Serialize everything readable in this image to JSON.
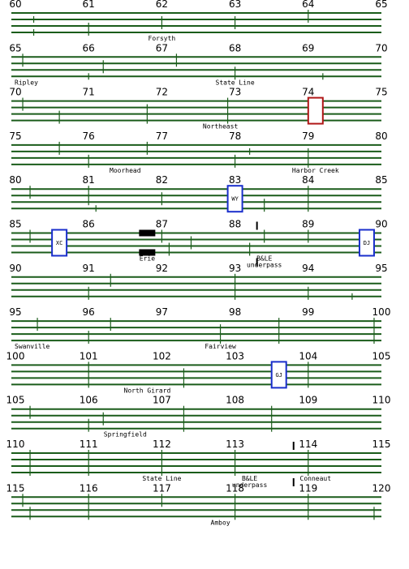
{
  "colors": {
    "track": "#1a5c1a",
    "tie": "#1a5c1a",
    "box_blue": "#1a2fcc",
    "box_red": "#b01818",
    "text": "#000000",
    "block": "#000000"
  },
  "rows": [
    {
      "mileposts": [
        "60",
        "61",
        "62",
        "63",
        "64",
        "65"
      ],
      "ties": [
        {
          "track": 1,
          "mp": 60.25
        },
        {
          "track": 2,
          "mp": 61.0
        },
        {
          "track": 3,
          "mp": 61.0
        },
        {
          "track": 1,
          "mp": 62.0
        },
        {
          "track": 2,
          "mp": 62.0
        },
        {
          "track": 1,
          "mp": 63.0
        },
        {
          "track": 2,
          "mp": 63.0
        },
        {
          "track": 0,
          "mp": 64.0
        },
        {
          "track": 1,
          "mp": 64.0
        },
        {
          "track": 3,
          "mp": 60.25
        }
      ],
      "places": [
        {
          "text": "Forsyth",
          "mp": 62.0
        }
      ],
      "boxes": [],
      "blocks": [],
      "markers": []
    },
    {
      "mileposts": [
        "65",
        "66",
        "67",
        "68",
        "69",
        "70"
      ],
      "ties": [
        {
          "track": 1,
          "mp": 66.2
        },
        {
          "track": 2,
          "mp": 66.2
        },
        {
          "track": 0,
          "mp": 67.2
        },
        {
          "track": 1,
          "mp": 67.2
        },
        {
          "track": 2,
          "mp": 68.0
        },
        {
          "track": 3,
          "mp": 68.0
        },
        {
          "track": 0,
          "mp": 65.1
        },
        {
          "track": 1,
          "mp": 65.1
        },
        {
          "track": 3,
          "mp": 66.0
        },
        {
          "track": 3,
          "mp": 69.2
        }
      ],
      "places": [
        {
          "text": "Ripley",
          "mp": 65.0
        },
        {
          "text": "State Line",
          "mp": 68.0
        }
      ],
      "boxes": [],
      "blocks": [],
      "markers": []
    },
    {
      "mileposts": [
        "70",
        "71",
        "72",
        "73",
        "74",
        "75"
      ],
      "ties": [
        {
          "track": 0,
          "mp": 70.1
        },
        {
          "track": 1,
          "mp": 70.1
        },
        {
          "track": 2,
          "mp": 70.6
        },
        {
          "track": 3,
          "mp": 70.6
        },
        {
          "track": 1,
          "mp": 71.8
        },
        {
          "track": 2,
          "mp": 71.8
        },
        {
          "track": 3,
          "mp": 71.8
        },
        {
          "track": 0,
          "mp": 72.9
        },
        {
          "track": 1,
          "mp": 72.9
        },
        {
          "track": 2,
          "mp": 72.9
        },
        {
          "track": 3,
          "mp": 72.9
        }
      ],
      "places": [
        {
          "text": "Northeast",
          "mp": 72.8
        }
      ],
      "boxes": [
        {
          "label": "",
          "mp": 74.1,
          "color": "red"
        }
      ],
      "blocks": [],
      "markers": []
    },
    {
      "mileposts": [
        "75",
        "76",
        "77",
        "78",
        "79",
        "80"
      ],
      "ties": [
        {
          "track": 0,
          "mp": 75.6
        },
        {
          "track": 1,
          "mp": 75.6
        },
        {
          "track": 0,
          "mp": 76.8
        },
        {
          "track": 1,
          "mp": 76.8
        },
        {
          "track": 2,
          "mp": 78.0
        },
        {
          "track": 3,
          "mp": 78.0
        },
        {
          "track": 2,
          "mp": 76.0
        },
        {
          "track": 3,
          "mp": 76.0
        },
        {
          "track": 1,
          "mp": 78.2
        },
        {
          "track": 1,
          "mp": 79.0
        },
        {
          "track": 2,
          "mp": 79.0
        },
        {
          "track": 3,
          "mp": 79.0
        }
      ],
      "places": [
        {
          "text": "Moorhead",
          "mp": 76.5
        },
        {
          "text": "Harbor Creek",
          "mp": 79.1
        }
      ],
      "boxes": [],
      "blocks": [],
      "markers": []
    },
    {
      "mileposts": [
        "80",
        "81",
        "82",
        "83",
        "84",
        "85"
      ],
      "ties": [
        {
          "track": 0,
          "mp": 80.2
        },
        {
          "track": 1,
          "mp": 80.2
        },
        {
          "track": 0,
          "mp": 81.0
        },
        {
          "track": 1,
          "mp": 81.0
        },
        {
          "track": 2,
          "mp": 81.0
        },
        {
          "track": 1,
          "mp": 82.0
        },
        {
          "track": 2,
          "mp": 82.0
        },
        {
          "track": 3,
          "mp": 81.1
        },
        {
          "track": 0,
          "mp": 84.0
        },
        {
          "track": 1,
          "mp": 84.0
        },
        {
          "track": 2,
          "mp": 84.0
        },
        {
          "track": 3,
          "mp": 84.0
        },
        {
          "track": 2,
          "mp": 83.4
        },
        {
          "track": 3,
          "mp": 83.4
        }
      ],
      "places": [],
      "boxes": [
        {
          "label": "WY",
          "mp": 83.0,
          "color": "blue"
        }
      ],
      "blocks": [],
      "markers": []
    },
    {
      "mileposts": [
        "85",
        "86",
        "87",
        "88",
        "89",
        "90"
      ],
      "ties": [
        {
          "track": 0,
          "mp": 85.2
        },
        {
          "track": 1,
          "mp": 85.2
        },
        {
          "track": 0,
          "mp": 87.0
        },
        {
          "track": 1,
          "mp": 87.0
        },
        {
          "track": 2,
          "mp": 85.6
        },
        {
          "track": 3,
          "mp": 85.6
        },
        {
          "track": 1,
          "mp": 87.4
        },
        {
          "track": 2,
          "mp": 87.4
        },
        {
          "track": 2,
          "mp": 87.1
        },
        {
          "track": 3,
          "mp": 87.1
        },
        {
          "track": 0,
          "mp": 88.4
        },
        {
          "track": 1,
          "mp": 88.4
        },
        {
          "track": 2,
          "mp": 88.2
        },
        {
          "track": 3,
          "mp": 88.2
        },
        {
          "track": 0,
          "mp": 89.0
        },
        {
          "track": 1,
          "mp": 89.0
        }
      ],
      "places": [
        {
          "text": "Erie",
          "mp": 86.8
        },
        {
          "text": "B&LE",
          "mp": 88.4
        },
        {
          "text": "underpass",
          "mp": 88.4
        }
      ],
      "boxes": [
        {
          "label": "XC",
          "mp": 85.6,
          "color": "blue"
        },
        {
          "label": "DJ",
          "mp": 89.8,
          "color": "blue"
        }
      ],
      "blocks": [
        {
          "mp": 86.8,
          "track": 0
        },
        {
          "mp": 86.8,
          "track": 3
        }
      ],
      "markers": [
        {
          "mp": 88.3,
          "pos": "top"
        },
        {
          "mp": 88.3,
          "pos": "bottom"
        }
      ]
    },
    {
      "mileposts": [
        "90",
        "91",
        "92",
        "93",
        "94",
        "95"
      ],
      "ties": [
        {
          "track": 0,
          "mp": 91.3
        },
        {
          "track": 1,
          "mp": 91.3
        },
        {
          "track": 2,
          "mp": 91.0
        },
        {
          "track": 3,
          "mp": 91.0
        },
        {
          "track": 0,
          "mp": 93.0
        },
        {
          "track": 1,
          "mp": 93.0
        },
        {
          "track": 2,
          "mp": 93.0
        },
        {
          "track": 3,
          "mp": 93.0
        },
        {
          "track": 2,
          "mp": 94.0
        },
        {
          "track": 3,
          "mp": 94.0
        },
        {
          "track": 3,
          "mp": 94.6
        }
      ],
      "places": [],
      "boxes": [],
      "blocks": [],
      "markers": []
    },
    {
      "mileposts": [
        "95",
        "96",
        "97",
        "98",
        "99",
        "100"
      ],
      "ties": [
        {
          "track": 0,
          "mp": 95.3
        },
        {
          "track": 1,
          "mp": 95.3
        },
        {
          "track": 2,
          "mp": 96.0
        },
        {
          "track": 3,
          "mp": 96.0
        },
        {
          "track": 0,
          "mp": 96.3
        },
        {
          "track": 1,
          "mp": 96.3
        },
        {
          "track": 1,
          "mp": 97.8
        },
        {
          "track": 2,
          "mp": 97.8
        },
        {
          "track": 3,
          "mp": 97.8
        },
        {
          "track": 0,
          "mp": 98.6
        },
        {
          "track": 1,
          "mp": 98.6
        },
        {
          "track": 2,
          "mp": 98.6
        },
        {
          "track": 3,
          "mp": 98.6
        },
        {
          "track": 0,
          "mp": 99.9
        },
        {
          "track": 1,
          "mp": 99.9
        },
        {
          "track": 2,
          "mp": 99.9
        },
        {
          "track": 3,
          "mp": 99.9
        }
      ],
      "places": [
        {
          "text": "Swanville",
          "mp": 95.0
        },
        {
          "text": "Fairview",
          "mp": 97.8
        }
      ],
      "boxes": [],
      "blocks": [],
      "markers": []
    },
    {
      "mileposts": [
        "100",
        "101",
        "102",
        "103",
        "104",
        "105"
      ],
      "ties": [
        {
          "track": 1,
          "mp": 101.0
        },
        {
          "track": 2,
          "mp": 101.0
        },
        {
          "track": 3,
          "mp": 101.0
        },
        {
          "track": 0,
          "mp": 101.0
        },
        {
          "track": 1,
          "mp": 102.3
        },
        {
          "track": 2,
          "mp": 102.3
        },
        {
          "track": 3,
          "mp": 102.3
        },
        {
          "track": 0,
          "mp": 104.0
        },
        {
          "track": 1,
          "mp": 104.0
        },
        {
          "track": 2,
          "mp": 104.0
        },
        {
          "track": 3,
          "mp": 104.0
        }
      ],
      "places": [
        {
          "text": "North Girard",
          "mp": 101.8
        }
      ],
      "boxes": [
        {
          "label": "GJ",
          "mp": 103.6,
          "color": "blue"
        }
      ],
      "blocks": [],
      "markers": []
    },
    {
      "mileposts": [
        "105",
        "106",
        "107",
        "108",
        "109",
        "110"
      ],
      "ties": [
        {
          "track": 0,
          "mp": 105.2
        },
        {
          "track": 1,
          "mp": 105.2
        },
        {
          "track": 1,
          "mp": 106.2
        },
        {
          "track": 2,
          "mp": 106.2
        },
        {
          "track": 2,
          "mp": 106.0
        },
        {
          "track": 3,
          "mp": 106.0
        },
        {
          "track": 0,
          "mp": 107.3
        },
        {
          "track": 1,
          "mp": 107.3
        },
        {
          "track": 2,
          "mp": 107.3
        },
        {
          "track": 3,
          "mp": 107.3
        },
        {
          "track": 0,
          "mp": 108.5
        },
        {
          "track": 1,
          "mp": 108.5
        },
        {
          "track": 2,
          "mp": 108.5
        },
        {
          "track": 3,
          "mp": 108.5
        }
      ],
      "places": [
        {
          "text": "Springfield",
          "mp": 106.5
        }
      ],
      "boxes": [],
      "blocks": [],
      "markers": []
    },
    {
      "mileposts": [
        "110",
        "111",
        "112",
        "113",
        "114",
        "115"
      ],
      "ties": [
        {
          "track": 0,
          "mp": 110.2
        },
        {
          "track": 1,
          "mp": 110.2
        },
        {
          "track": 2,
          "mp": 110.2
        },
        {
          "track": 3,
          "mp": 110.2
        },
        {
          "track": 0,
          "mp": 111.0
        },
        {
          "track": 1,
          "mp": 111.0
        },
        {
          "track": 2,
          "mp": 111.0
        },
        {
          "track": 3,
          "mp": 111.0
        },
        {
          "track": 0,
          "mp": 112.0
        },
        {
          "track": 1,
          "mp": 112.0
        },
        {
          "track": 2,
          "mp": 112.0
        },
        {
          "track": 3,
          "mp": 112.0
        },
        {
          "track": 0,
          "mp": 113.0
        },
        {
          "track": 1,
          "mp": 113.0
        },
        {
          "track": 2,
          "mp": 113.0
        },
        {
          "track": 3,
          "mp": 113.0
        },
        {
          "track": 0,
          "mp": 114.0
        },
        {
          "track": 1,
          "mp": 114.0
        },
        {
          "track": 2,
          "mp": 114.0
        },
        {
          "track": 3,
          "mp": 114.0
        }
      ],
      "places": [
        {
          "text": "State Line",
          "mp": 112.0
        },
        {
          "text": "B&LE",
          "mp": 113.2
        },
        {
          "text": "underpass",
          "mp": 113.2
        },
        {
          "text": "Conneaut",
          "mp": 114.1
        }
      ],
      "boxes": [],
      "blocks": [],
      "markers": [
        {
          "mp": 113.8,
          "pos": "top"
        },
        {
          "mp": 113.8,
          "pos": "bottom"
        }
      ]
    },
    {
      "mileposts": [
        "115",
        "116",
        "117",
        "118",
        "119",
        "120"
      ],
      "ties": [
        {
          "track": 0,
          "mp": 115.1
        },
        {
          "track": 1,
          "mp": 115.1
        },
        {
          "track": 0,
          "mp": 116.0
        },
        {
          "track": 1,
          "mp": 116.0
        },
        {
          "track": 0,
          "mp": 117.0
        },
        {
          "track": 1,
          "mp": 117.0
        },
        {
          "track": 0,
          "mp": 118.0
        },
        {
          "track": 1,
          "mp": 118.0
        },
        {
          "track": 0,
          "mp": 119.0
        },
        {
          "track": 1,
          "mp": 119.0
        },
        {
          "track": 2,
          "mp": 115.2
        },
        {
          "track": 3,
          "mp": 115.2
        },
        {
          "track": 2,
          "mp": 116.0
        },
        {
          "track": 3,
          "mp": 116.0
        },
        {
          "track": 2,
          "mp": 118.0
        },
        {
          "track": 3,
          "mp": 118.0
        },
        {
          "track": 2,
          "mp": 119.0
        },
        {
          "track": 3,
          "mp": 119.0
        },
        {
          "track": 2,
          "mp": 119.9
        },
        {
          "track": 3,
          "mp": 119.9
        }
      ],
      "places": [
        {
          "text": "Amboy",
          "mp": 117.8
        }
      ],
      "boxes": [],
      "blocks": [],
      "markers": []
    }
  ]
}
